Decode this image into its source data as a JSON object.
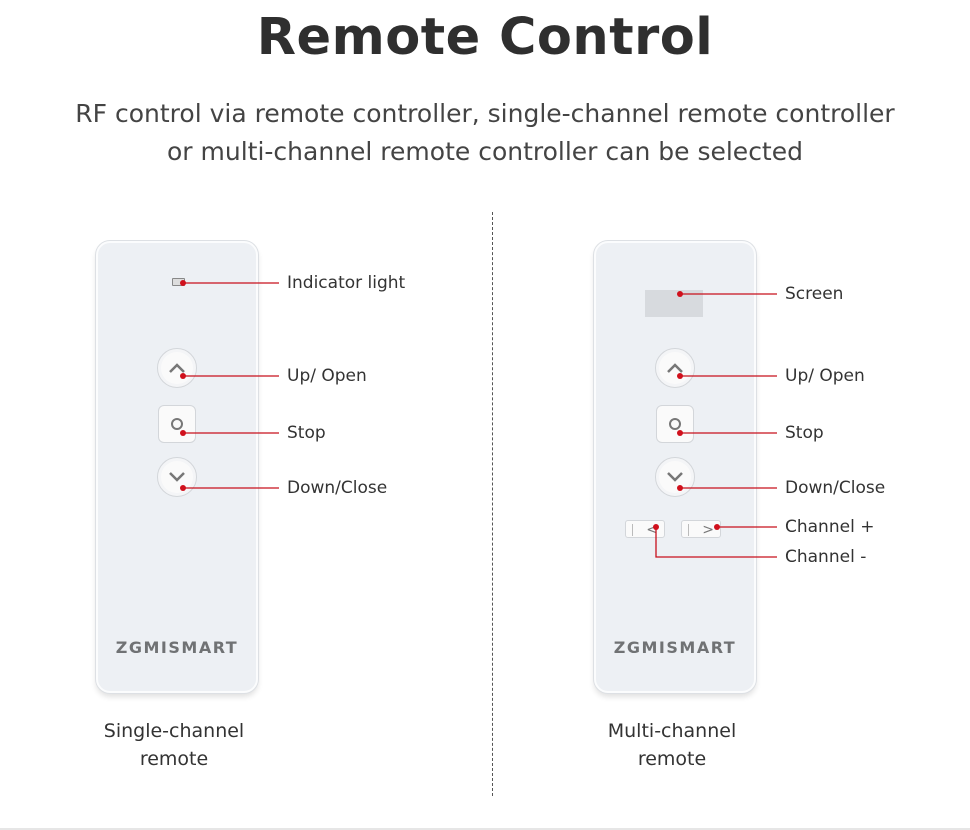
{
  "header": {
    "title": "Remote Control",
    "subtitle_line1": "RF control via remote controller, single-channel remote controller",
    "subtitle_line2": "or multi-channel remote controller can be selected"
  },
  "single_remote": {
    "brand": "ZGMISMART",
    "caption_line1": "Single-channel",
    "caption_line2": "remote",
    "labels": {
      "indicator": "Indicator light",
      "up": "Up/ Open",
      "stop": "Stop",
      "down": "Down/Close"
    }
  },
  "multi_remote": {
    "brand": "ZGMISMART",
    "caption_line1": "Multi-channel",
    "caption_line2": "remote",
    "labels": {
      "screen": "Screen",
      "up": "Up/ Open",
      "stop": "Stop",
      "down": "Down/Close",
      "channel_plus": "Channel +",
      "channel_minus": "Channel -"
    },
    "channel_prev_glyph": "<",
    "channel_next_glyph": ">"
  },
  "colors": {
    "leader": "#c8101c",
    "remote_body": "#edf0f4"
  }
}
